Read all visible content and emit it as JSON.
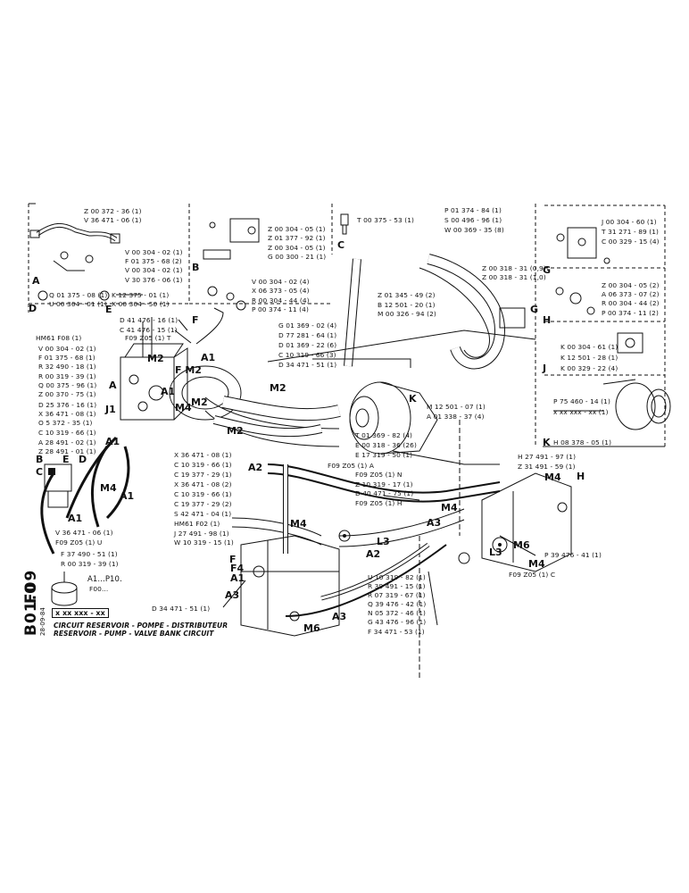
{
  "sheet": {
    "code_1": "F09",
    "code_2": "B01.0",
    "date": "28-09-84",
    "part_box": "x xx xxx - xx",
    "caption_fr": "CIRCUIT RESERVOIR - POMPE - DISTRIBUTEUR",
    "caption_en": "RESERVOIR - PUMP - VALVE BANK CIRCUIT",
    "legend_symbol": "A1...P10.",
    "legend_sub": "F00..."
  },
  "sections": {
    "A": "A",
    "B": "B",
    "C": "C",
    "D": "D",
    "E": "E",
    "F": "F",
    "G": "G",
    "H": "H",
    "J": "J",
    "K": "K"
  },
  "insets": {
    "A": [
      "Z 00 372 - 36 (1)",
      "V 36 471 - 06 (1)",
      "V 00 304 - 02 (1)",
      "F 01 375 - 68 (2)",
      "V 00 304 - 02 (1)",
      "V 30 376 - 06 (1)"
    ],
    "B": [
      "Z 00 304 - 05 (1)",
      "Z 01 377 - 92 (1)",
      "Z 00 304 - 05 (1)",
      "G 00 300 - 21 (1)"
    ],
    "C": [
      "T 00 375 - 53 (1)"
    ],
    "D": [
      "Q 01 375 - 08 (1)",
      "U 00 304 - 01 (1)"
    ],
    "E": [
      "K 12 375 - 01 (1)",
      "X 00 304 - 50 (1)"
    ],
    "F": [
      "V 00 304 - 02 (4)",
      "X 06 373 - 05 (4)",
      "R 00 304 - 44 (4)",
      "P 00 374 - 11 (4)"
    ],
    "G": [
      "J 00 304 - 60 (1)",
      "T 31 271 - 89 (1)",
      "C 00 329 - 15 (4)"
    ],
    "H": [
      "Z 00 304 - 05 (2)",
      "A 06 373 - 07 (2)",
      "R 00 304 - 44 (2)",
      "P 00 374 - 11 (2)"
    ],
    "J": [
      "K 00 304 - 61 (1)",
      "K 12 501 - 28 (1)",
      "K 00 329 - 22 (4)"
    ],
    "K": [
      "P 75 460 - 14 (1)",
      "x xx xxx - xx (1)",
      "H 08 378 - 05 (1)"
    ]
  },
  "top_labels": [
    "P 01 374 - 84 (1)",
    "S 00 496 - 96 (1)",
    "W 00 369 - 35 (8)",
    "Z 00 318 - 31 (0,9)",
    "Z 00 318 - 31 (1,0)",
    "Z 01 345 - 49 (2)",
    "B 12 501 - 20 (1)",
    "M 00 326 - 94 (2)"
  ],
  "left_labels": [
    "D 41 476 - 16 (1)",
    "C 41 476 - 15 (1)",
    "HM61 F08 (1)",
    "V 00 304 - 02 (1)",
    "F 01 375 - 68 (1)",
    "R 32 490 - 18 (1)",
    "R 00 319 - 39 (1)",
    "Q 00 375 - 96 (1)",
    "Z 00 370 - 75 (1)",
    "D 25 376 - 16 (1)",
    "X 36 471 - 08 (1)",
    "O 5 372 - 35 (1)",
    "C 10 319 - 66 (1)",
    "A 28 491 - 02 (1)",
    "Z 28 491 - 01 (1)"
  ],
  "mid_labels": [
    "G 01 369 - 02 (4)",
    "D 77 281 - 64 (1)",
    "D 01 369 - 22 (6)",
    "C 10 319 - 66 (3)",
    "D 34 471 - 51 (1)",
    "F09 Z05 (1) T"
  ],
  "right_center_labels": [
    "M 12 501 - 07 (1)",
    "A 01 338 - 37 (4)",
    "T 01 369 - 82 (4)",
    "E 00 318 - 36 (26)",
    "E 17 319 - 50 (1)",
    "F09 Z05 (1) A",
    "F09 Z05 (1) N",
    "Z 10 319 - 17 (1)",
    "D 40 471 - 75 (1)",
    "F09 Z05 (1) H",
    "H 27 491 - 97 (1)",
    "Z 31 491 - 59 (1)"
  ],
  "center_labels": [
    "X 36 471 - 08 (1)",
    "C 10 319 - 66 (1)",
    "C 19 377 - 29 (1)",
    "X 36 471 - 08 (2)",
    "C 10 319 - 66 (1)",
    "C 19 377 - 29 (2)",
    "S 42 471 - 04 (1)",
    "HM61 F02 (1)",
    "J 27 491 - 98 (1)",
    "W 10 319 - 15 (1)"
  ],
  "lower_left_labels": [
    "V 36 471 - 06 (1)",
    "F09 Z05 (1) U",
    "F 37 490 - 51 (1)",
    "R 00 319 - 39 (1)",
    "D 34 471 - 51 (1)"
  ],
  "lower_right_labels": [
    "P 39 476 - 41 (1)",
    "F09 Z05 (1) C",
    "U 10 319 - 82 (1)",
    "R 39 491 - 15 (1)",
    "R 07 319 - 67 (1)",
    "Q 39 476 - 42 (1)",
    "N 05 372 - 46 (1)",
    "G 43 476 - 96 (1)",
    "F 34 471 - 53 (1)"
  ],
  "callouts": [
    "M2",
    "M2",
    "M2",
    "M2",
    "M4",
    "M4",
    "M4",
    "M4",
    "M4",
    "M6",
    "M6",
    "M4",
    "A1",
    "A1",
    "A1",
    "A1",
    "A1",
    "A2",
    "A2",
    "A3",
    "A3",
    "A3",
    "L3",
    "L3",
    "J1",
    "F M2",
    "F4",
    "A",
    "B",
    "C",
    "D",
    "E",
    "F",
    "H",
    "K",
    "G",
    "A1"
  ]
}
